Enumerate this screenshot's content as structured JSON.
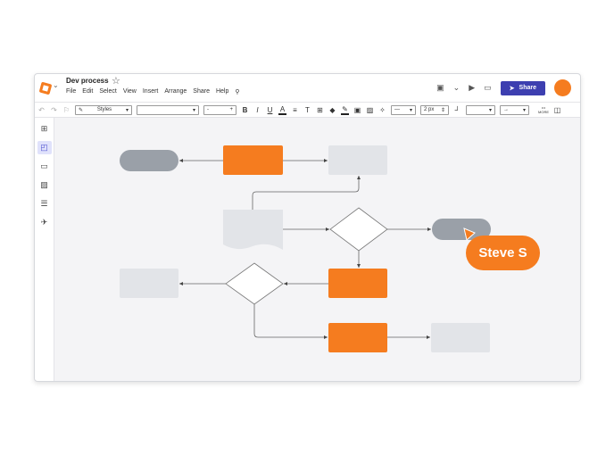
{
  "header": {
    "title": "Dev process",
    "menu": [
      "File",
      "Edit",
      "Select",
      "View",
      "Insert",
      "Arrange",
      "Share",
      "Help"
    ],
    "share_label": "Share"
  },
  "toolbar": {
    "styles_label": "Styles",
    "line_width": "2 px",
    "more_label": "MORE"
  },
  "colors": {
    "accent": "#f57c1f",
    "share": "#3d3fb0",
    "shape_gray": "#9aa0a8",
    "shape_light": "#e2e4e8"
  },
  "collaborator": {
    "name": "Steve S"
  }
}
